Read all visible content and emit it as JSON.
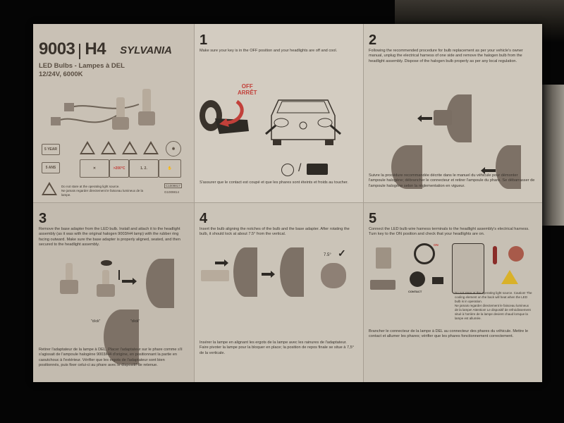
{
  "product": {
    "model": "9003",
    "alt_model": "H4",
    "brand": "SYLVANIA",
    "subtitle": "LED Bulbs - Lampes à DEL",
    "spec": "12/24V, 6000K",
    "warranty_en": "5 YEAR",
    "warranty_fr": "5 ANS",
    "temp_label": ">200°C",
    "warning_en": "Do not stare at the operating light source.",
    "warning_fr": "Ne jamais regarder directement le faisceau lumineux de la lampe.",
    "code1": "C1009817",
    "code2": "G1009814",
    "colors": {
      "accent_red": "#c2403a",
      "ink": "#2e2a25",
      "paper": "#cfc8bd"
    }
  },
  "steps": [
    {
      "number": "1",
      "text_en": "Make sure your key is in the OFF position and your headlights are off and cool.",
      "text_fr": "S'assurer que le contact est coupé et que les phares sont éteints et froids au toucher.",
      "labels": {
        "off_en": "OFF",
        "off_fr": "ARRÊT"
      }
    },
    {
      "number": "2",
      "text_en": "Following the recommended procedure for bulb replacement as per your vehicle's owner manual, unplug the electrical harness of one side and remove the halogen bulb from the headlight assembly. Dispose of the halogen bulb properly as per any local regulation.",
      "text_fr": "Suivre la procédure recommandée décrite dans le manuel du véhicule pour démonter l'ampoule halogène; débrancher le connecteur et retirer l'ampoule du phare. Se débarrasser de l'ampoule halogène selon la réglementation en vigueur."
    },
    {
      "number": "3",
      "text_en": "Remove the base adapter from the LED bulb. Install and attach it to the headlight assembly (as it was with the original halogen 9003/H4 lamp) with the rubber ring facing outward. Make sure the base adapter is properly aligned, seated, and then secured to the headlight assembly.",
      "text_fr": "Retirer l'adaptateur de la lampe à DEL. Placer l'adaptateur sur le phare comme s'il s'agissait de l'ampoule halogène 9003/H4 d'origine, en positionnant la partie en caoutchouc à l'extérieur. Vérifier que les ergots de l'adaptateur sont bien positionnés, puis fixer celui-ci au phare avec le dispositif de retenue.",
      "labels": {
        "click": "\"click\""
      }
    },
    {
      "number": "4",
      "text_en": "Insert the bulb aligning the notches of the bulb and the base adapter. After rotating the bulb, it should lock at about 7.5° from the vertical.",
      "text_fr": "Insérer la lampe en alignant les ergots de la lampe avec les rainures de l'adaptateur. Faire pivoter la lampe pour la bloquer en place; la position de repos finale se situe à 7,5° de la verticale.",
      "labels": {
        "angle": "7.5°",
        "check": "✓"
      }
    },
    {
      "number": "5",
      "text_en": "Connect the LED bulb wire harness terminals to the headlight assembly's electrical harness. Turn key to the ON position and check that your headlights are on.",
      "text_fr": "Brancher le connecteur de la lampe à DEL au connecteur des phares du véhicule. Mettre le contact et allumer les phares; vérifier que les phares fonctionnement correctement.",
      "labels": {
        "on": "ON",
        "contact": "CONTACT"
      },
      "caution_en": "Do not stare at the operating light source. Caution! The cooling element on the back will heat when the LED bulb is in operation.",
      "caution_fr": "Ne jamais regarder directement le faisceau lumineux de la lampe! Attention! Le dispositif de refroidissement situé à l'arrière de la lampe devient chaud lorsque la lampe est allumée."
    }
  ]
}
